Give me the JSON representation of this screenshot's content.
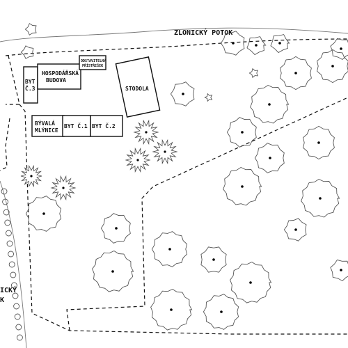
{
  "labels": {
    "stream_top": "ZLONICKÝ POTOK",
    "stream_left_1": "ICKÝ",
    "stream_left_2": "K",
    "byt3_1": "BYT",
    "byt3_2": "Č.3",
    "hosp_1": "HOSPODÁŘSKÁ",
    "hosp_2": "BUDOVA",
    "pristresek_1": "ODSTAVITELNÝ",
    "pristresek_2": "PŘÍSTŘEŠEK",
    "stodola": "STODOLA",
    "mlynice_1": "BÝVALÁ",
    "mlynice_2": "MLÝNICE",
    "byt1": "BYT Č.1",
    "byt2": "BYT Č.2"
  },
  "colors": {
    "ink": "#111111",
    "tree_outline": "#555555",
    "background": "#ffffff"
  },
  "icons": {
    "tree": "deciduous-tree-icon",
    "conifer": "conifer-star-icon"
  }
}
